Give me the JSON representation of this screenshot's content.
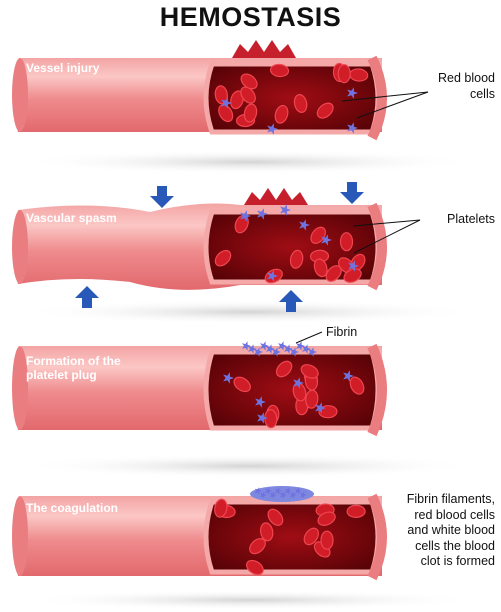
{
  "title": "HEMOSTASIS",
  "stages": [
    {
      "label": "Vessel injury"
    },
    {
      "label": "Vascular spasm"
    },
    {
      "label": "Formation of the\nplatelet plug"
    },
    {
      "label": "The coagulation"
    }
  ],
  "callouts": {
    "red_blood_cells": "Red blood\ncells",
    "platelets": "Platelets",
    "fibrin": "Fibrin",
    "clot": "Fibrin filaments,\nred blood cells\nand white blood\ncells the blood\nclot is formed"
  },
  "colors": {
    "vessel_wall": "#f08f90",
    "vessel_highlight": "#fbc4c2",
    "lumen": "#8e0810",
    "red_cell": "#d11d27",
    "platelet": "#6f73e0",
    "arrow": "#2858b8"
  }
}
